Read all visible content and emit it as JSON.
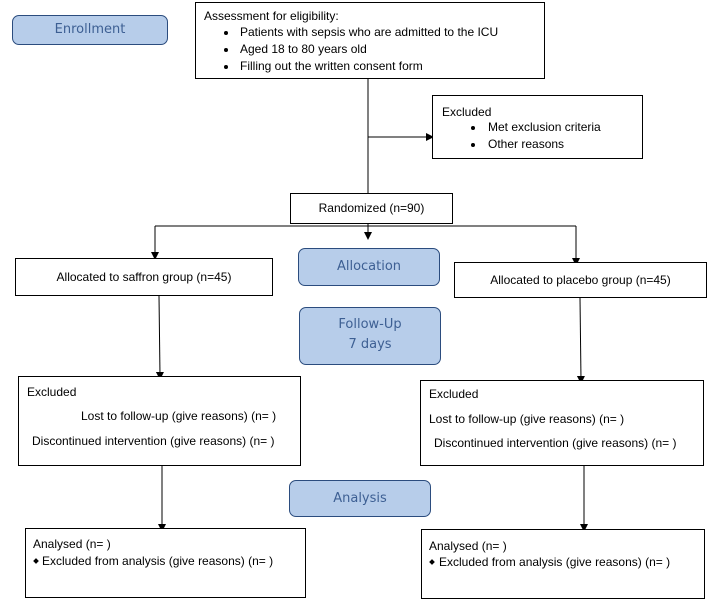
{
  "stages": {
    "enrollment": "Enrollment",
    "allocation": "Allocation",
    "followup_line1": "Follow-Up",
    "followup_line2": "7 days",
    "analysis": "Analysis"
  },
  "assessment": {
    "title": "Assessment for eligibility:",
    "items": [
      "Patients with sepsis who are admitted to the ICU",
      "Aged 18 to 80 years old",
      "Filling out the written consent form"
    ]
  },
  "excluded_top": {
    "title": "Excluded",
    "items": [
      "Met exclusion criteria",
      "Other reasons"
    ]
  },
  "randomized": "Randomized (n=90)",
  "allocated_left": "Allocated to saffron group (n=45)",
  "allocated_right": "Allocated to placebo group (n=45)",
  "followup_left": {
    "title": "Excluded",
    "lost": "Lost to follow-up (give reasons) (n=  )",
    "discontinued": "Discontinued intervention (give reasons) (n=  )"
  },
  "followup_right": {
    "title": "Excluded",
    "lost": "Lost to follow-up (give reasons) (n=  )",
    "discontinued": "Discontinued intervention (give reasons) (n=  )"
  },
  "analysis_left": {
    "analysed": "Analysed  (n=  )",
    "excluded": "Excluded from analysis (give reasons) (n=  )"
  },
  "analysis_right": {
    "analysed": "Analysed  (n=  )",
    "excluded": "Excluded from analysis (give reasons) (n=  )"
  },
  "colors": {
    "stage_fill": "#b7cdea",
    "stage_text": "#3d5f93",
    "stage_border": "#2b4c7e"
  }
}
